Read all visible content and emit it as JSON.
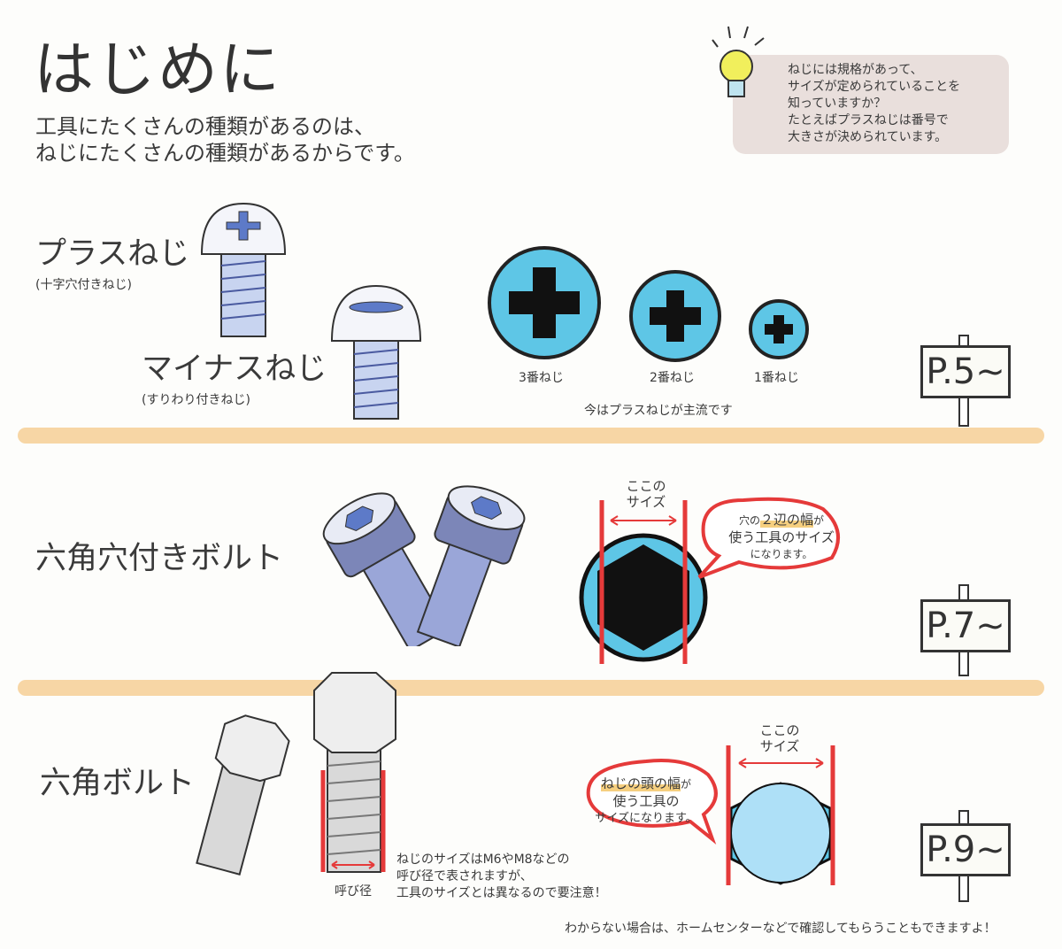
{
  "title": "はじめに",
  "intro": [
    "工具にたくさんの種類があるのは、",
    "ねじにたくさんの種類があるからです。"
  ],
  "tip": {
    "icon": "lightbulb-icon",
    "lines": [
      "ねじには規格があって、",
      "サイズが定められていることを",
      "知っていますか？",
      "たとえばプラスねじは番号で",
      "大きさが決められています。"
    ]
  },
  "sections": {
    "phillips": {
      "label": "プラスねじ",
      "sub": "(十字穴付きねじ)"
    },
    "slotted": {
      "label": "マイナスねじ",
      "sub": "(すりわり付きねじ)"
    },
    "sizes": [
      "3番ねじ",
      "2番ねじ",
      "1番ねじ"
    ],
    "sizes_note": "今はプラスねじが主流です",
    "page1": "P.5~",
    "socket": {
      "label": "六角穴付きボルト",
      "size_label": [
        "ここの",
        "サイズ"
      ],
      "bubble": {
        "pre": "穴の",
        "hl": "２辺の幅",
        "post": "が",
        "line2": "使う工具のサイズ",
        "line3": "になります。"
      },
      "page": "P.7~"
    },
    "hex": {
      "label": "六角ボルト",
      "size_label": [
        "ここの",
        "サイズ"
      ],
      "bubble": {
        "hl": "ねじの頭の幅",
        "post": "が",
        "line2": "使う工具の",
        "line3": "サイズになります。"
      },
      "nominal": "呼び径",
      "note": [
        "ねじのサイズはM6やM8などの",
        "呼び径で表されますが、",
        "工具のサイズとは異なるので要注意！"
      ],
      "page": "P.9~"
    }
  },
  "footer": "わからない場合は、ホームセンターなどで確認してもらうこともできますよ！",
  "colors": {
    "accent_red": "#e53a3a",
    "screw_blue": "#5ec6e6",
    "stripe": "#f6d29b"
  }
}
